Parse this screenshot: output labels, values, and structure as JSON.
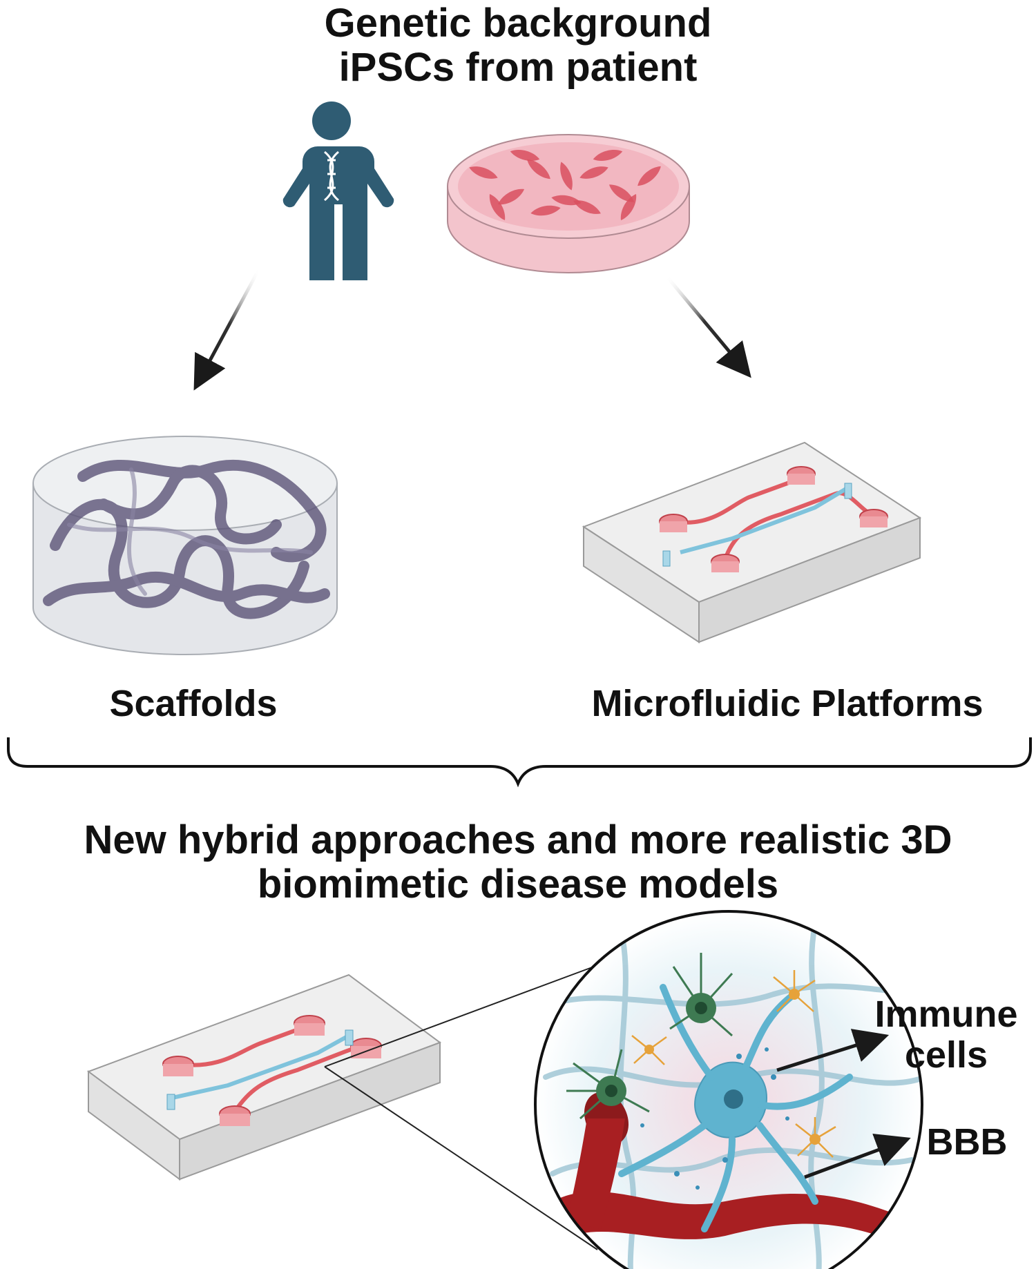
{
  "header": {
    "line1": "Genetic background",
    "line2": "iPSCs from patient"
  },
  "scaffolds": {
    "label": "Scaffolds"
  },
  "microfluidic": {
    "label": "Microfluidic Platforms"
  },
  "hybrid": {
    "line1": "New hybrid approaches and more realistic 3D",
    "line2": "biomimetic disease models"
  },
  "callouts": {
    "immune_line1": "Immune",
    "immune_line2": "cells",
    "bbb": "BBB"
  },
  "colors": {
    "person": "#2f5c73",
    "dish_pink": "#f2b7c1",
    "cell_red": "#d9505f",
    "channel_red": "#e05c63",
    "channel_blue": "#7fc3dc",
    "scaffold_fiber": "#5c5478",
    "neuron_blue": "#5fb3cf",
    "neuron_green": "#3e7a52",
    "glia_orange": "#e6a23a",
    "vessel_red": "#a81f22"
  },
  "icons": [
    "person-dna-icon",
    "petri-dish-icon",
    "scaffold-icon",
    "microfluidic-chip-icon",
    "brain-tissue-zoom-icon"
  ]
}
